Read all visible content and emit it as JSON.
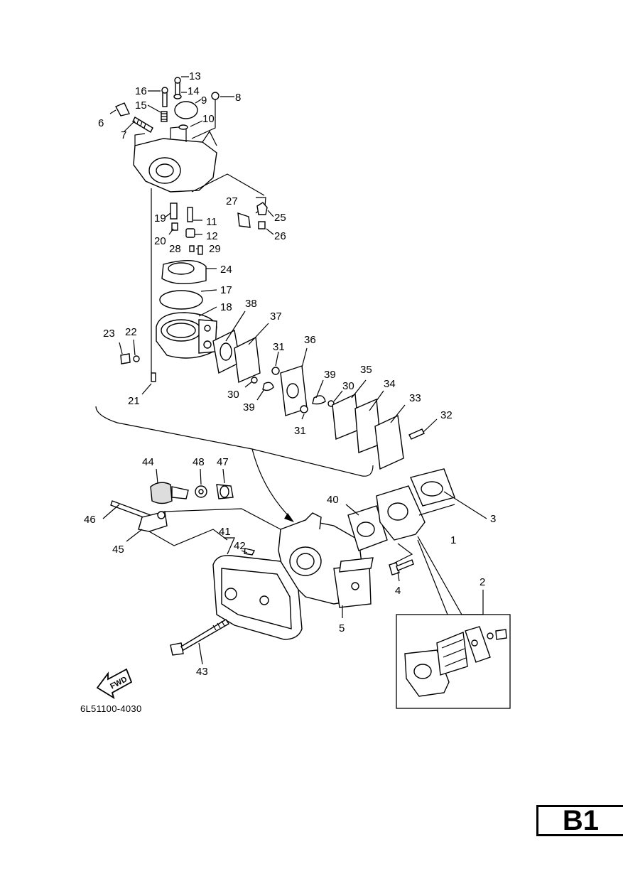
{
  "labels": {
    "l1": "1",
    "l2": "2",
    "l3": "3",
    "l4": "4",
    "l5": "5",
    "l6": "6",
    "l7": "7",
    "l8": "8",
    "l9": "9",
    "l10": "10",
    "l11": "11",
    "l12": "12",
    "l13": "13",
    "l14": "14",
    "l15": "15",
    "l16": "16",
    "l17": "17",
    "l18": "18",
    "l19": "19",
    "l20": "20",
    "l21": "21",
    "l22": "22",
    "l23": "23",
    "l24": "24",
    "l25": "25",
    "l26": "26",
    "l27": "27",
    "l28": "28",
    "l29": "29",
    "l30a": "30",
    "l30b": "30",
    "l31a": "31",
    "l31b": "31",
    "l32": "32",
    "l33": "33",
    "l34": "34",
    "l35": "35",
    "l36": "36",
    "l37": "37",
    "l38": "38",
    "l39a": "39",
    "l39b": "39",
    "l40": "40",
    "l41": "41",
    "l42": "42",
    "l43": "43",
    "l44": "44",
    "l45": "45",
    "l46": "46",
    "l47": "47",
    "l48": "48"
  },
  "fwd_label": "FWD",
  "diagram_code": "6L51100-4030",
  "page_badge": "B1"
}
